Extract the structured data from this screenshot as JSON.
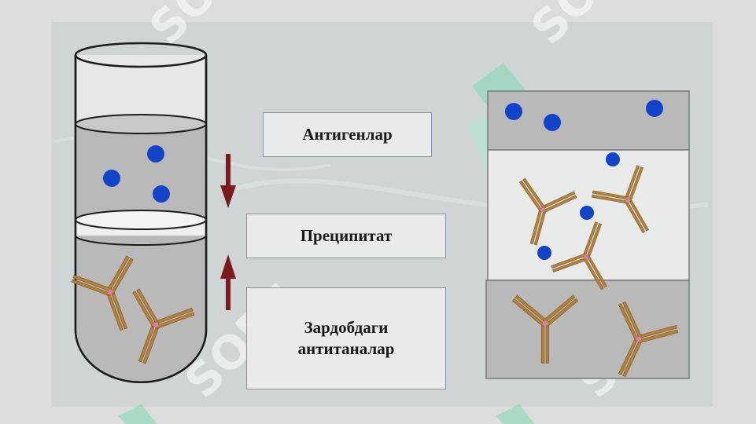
{
  "labels": {
    "antigens": "Антигенлар",
    "precipitate": "Преципитат",
    "antibodies_line1": "Зардобдаги",
    "antibodies_line2": "антитаналар"
  },
  "watermark": {
    "text": "SOFT"
  },
  "colors": {
    "background": "#dcdcdc",
    "panel": "#cfd4d4",
    "antigen": "#1144c8",
    "antibody": "#b4823c",
    "antibody_joint": "#e07ab0",
    "arrow": "#7a1a1a",
    "liquid": "#b9b9b9",
    "watermark_green": "#7fd9b0"
  },
  "icons": {
    "antigen": "blue-dot-icon",
    "antibody": "y-shaped-antibody-icon",
    "arrow_down": "arrow-down-icon",
    "arrow_up": "arrow-up-icon"
  }
}
